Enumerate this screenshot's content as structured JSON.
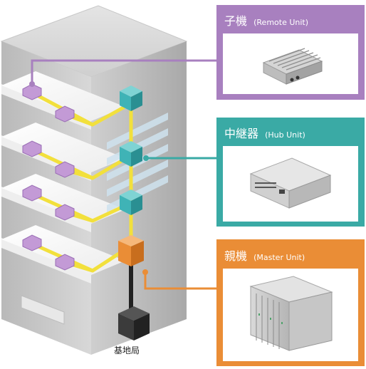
{
  "panels": [
    {
      "id": "remote",
      "title_jp": "子機",
      "title_en": "(Remote Unit)",
      "color": "#a880bf"
    },
    {
      "id": "hub",
      "title_jp": "中継器",
      "title_en": "(Hub Unit)",
      "color": "#3aaaa5"
    },
    {
      "id": "master",
      "title_jp": "親機",
      "title_en": "(Master Unit)",
      "color": "#ea8d36"
    }
  ],
  "base_station_label": "基地局",
  "colors": {
    "cable_yellow": "#f2e03c",
    "hub_cube": "#3fb3b6",
    "master_cube": "#ea8d36",
    "remote_unit": "#c39ad6",
    "base_station": "#3b3b3b"
  }
}
